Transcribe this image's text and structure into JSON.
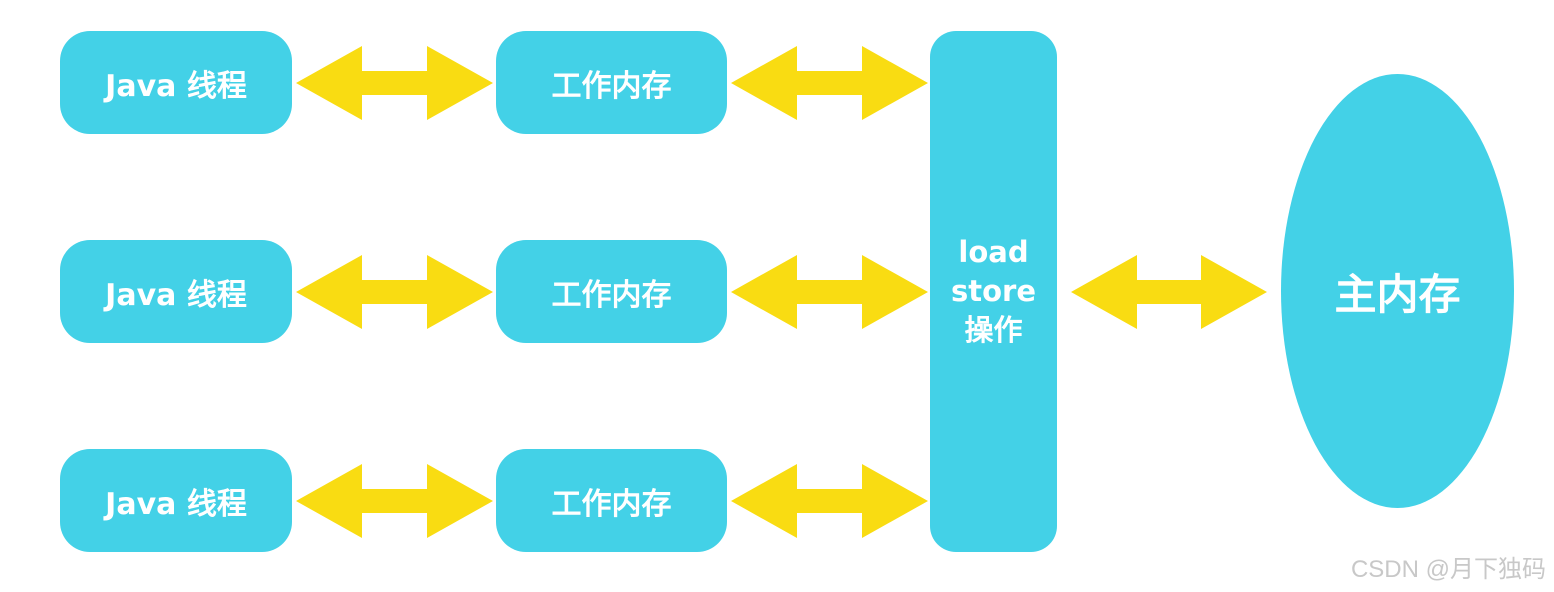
{
  "threads": [
    {
      "label": "Java 线程"
    },
    {
      "label": "Java 线程"
    },
    {
      "label": "Java 线程"
    }
  ],
  "working_memories": [
    {
      "label": "工作内存"
    },
    {
      "label": "工作内存"
    },
    {
      "label": "工作内存"
    }
  ],
  "operations": {
    "line1": "load",
    "line2": "store",
    "line3": "操作"
  },
  "main_memory": {
    "label": "主内存"
  },
  "watermark": "CSDN @月下独码",
  "colors": {
    "node": "#43d1e7",
    "arrow": "#f9dc12",
    "text": "#ffffff",
    "watermark": "#c8c8c8"
  }
}
